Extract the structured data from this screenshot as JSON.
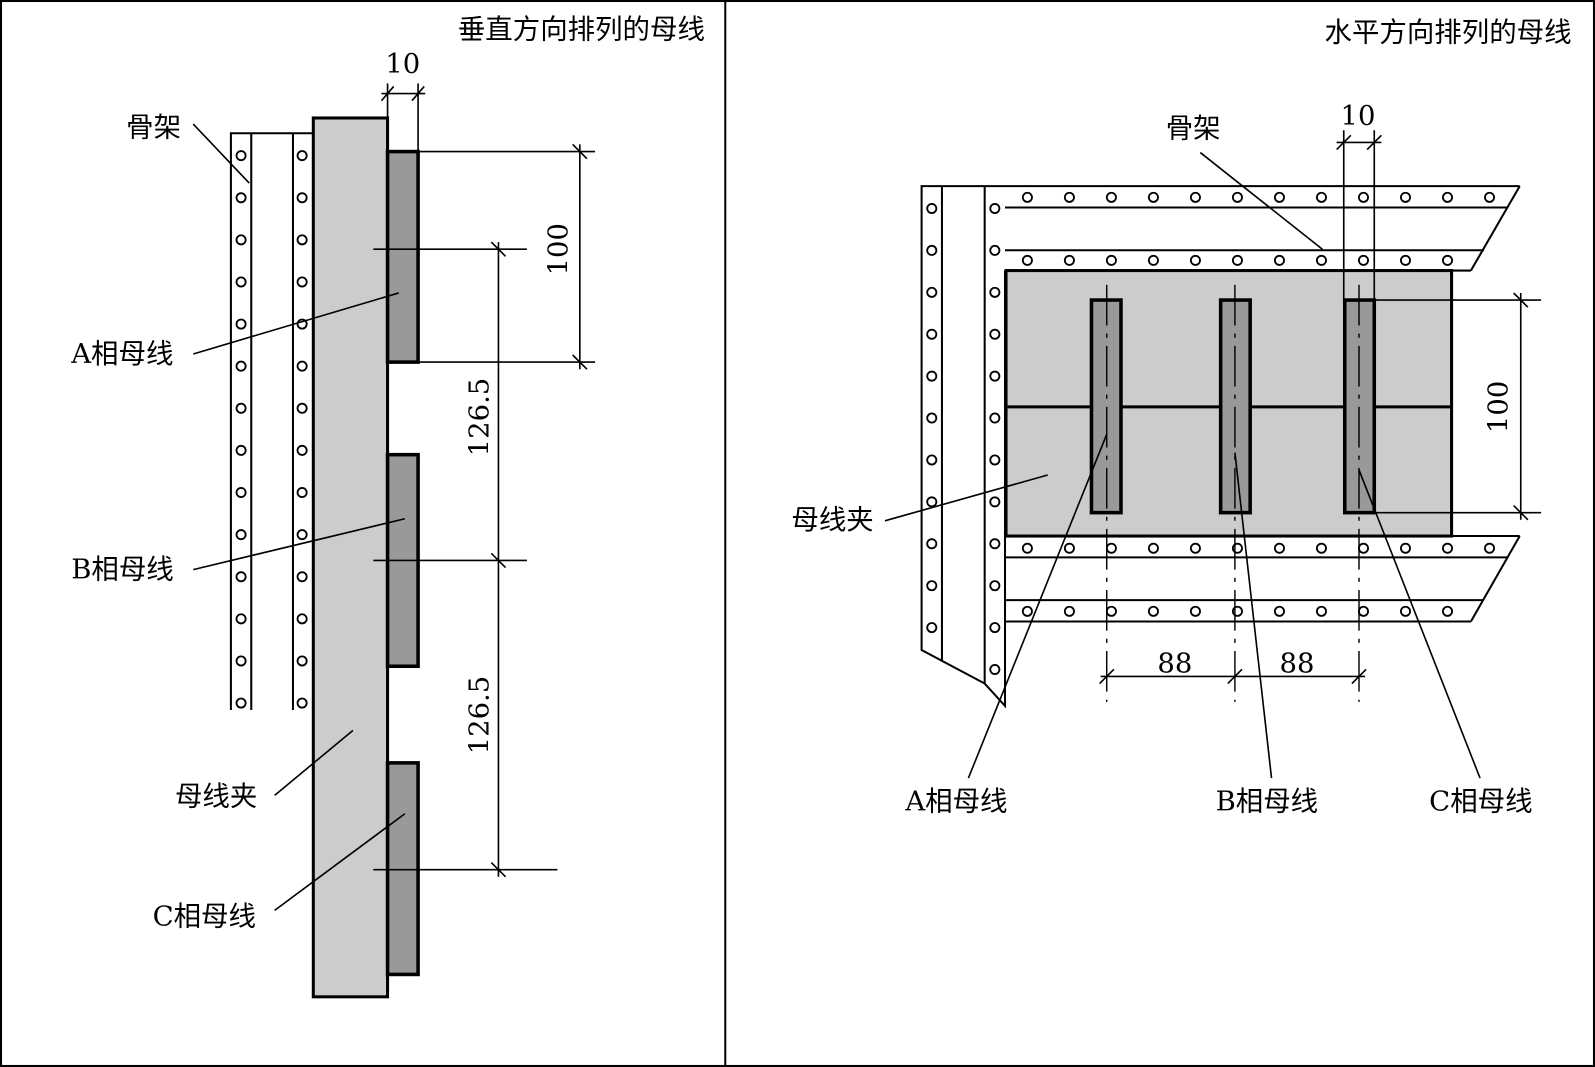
{
  "left_panel": {
    "title": "垂直方向排列的母线",
    "labels": {
      "frame": "骨架",
      "phase_a": "A相母线",
      "phase_b": "B相母线",
      "clamp": "母线夹",
      "phase_c": "C相母线"
    },
    "dimensions": {
      "bar_thickness": "10",
      "bar_height": "100",
      "spacing_1": "126.5",
      "spacing_2": "126.5"
    }
  },
  "right_panel": {
    "title": "水平方向排列的母线",
    "labels": {
      "frame": "骨架",
      "clamp": "母线夹",
      "phase_a": "A相母线",
      "phase_b": "B相母线",
      "phase_c": "C相母线"
    },
    "dimensions": {
      "bar_thickness": "10",
      "bar_height": "100",
      "spacing_1": "88",
      "spacing_2": "88"
    }
  },
  "colors": {
    "clamp": "#cccccc",
    "busbar": "#999999",
    "line": "#000000"
  }
}
